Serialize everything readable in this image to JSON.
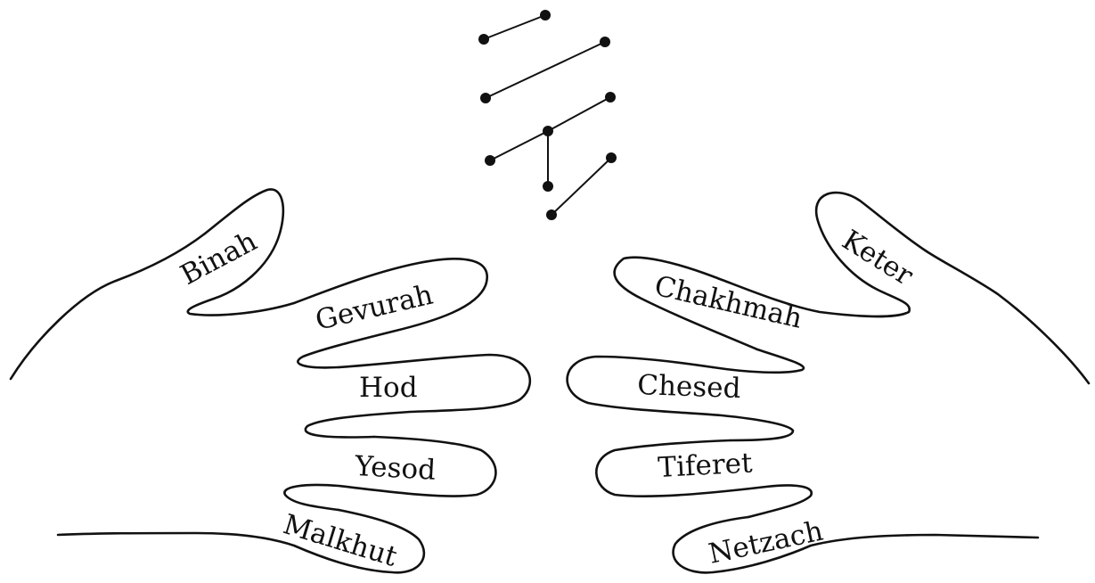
{
  "sefirot": {
    "left_hand": {
      "thumb": "Binah",
      "index": "Gevurah",
      "middle": "Hod",
      "ring": "Yesod",
      "little": "Malkhut"
    },
    "right_hand": {
      "thumb": "Keter",
      "index": "Chakhmah",
      "middle": "Chesed",
      "ring": "Tiferet",
      "little": "Netzach"
    }
  }
}
